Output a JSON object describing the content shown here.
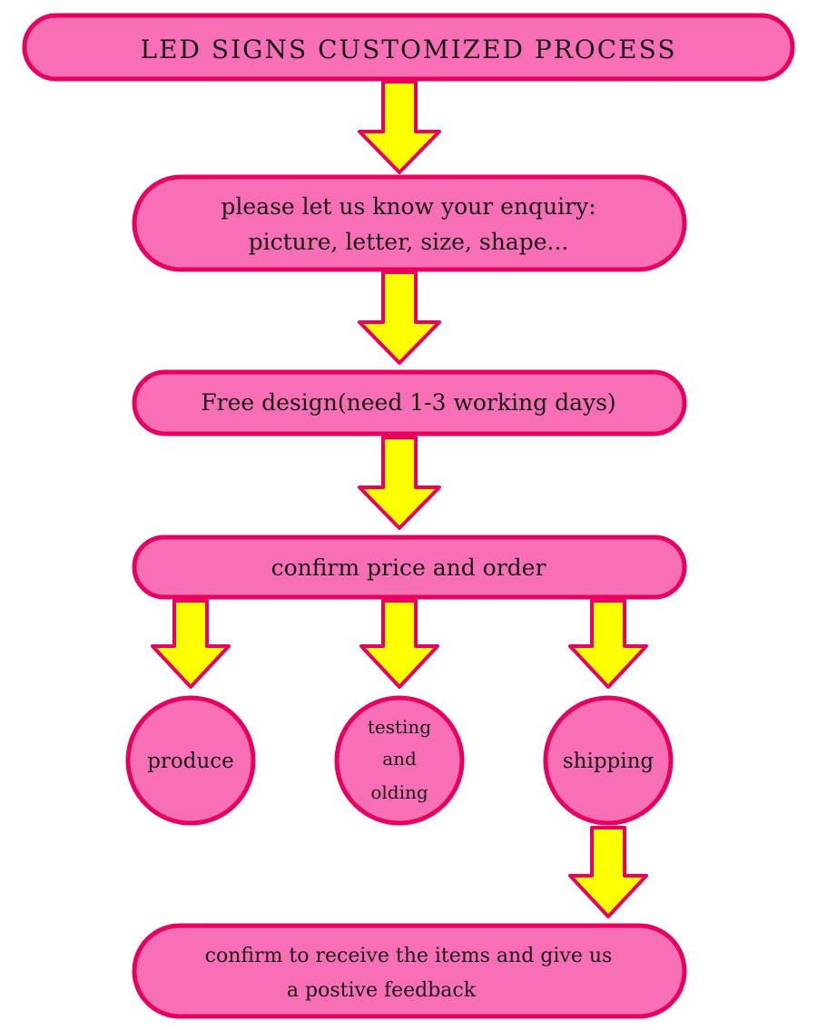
{
  "colors": {
    "node_fill": "#f76fb5",
    "node_stroke": "#e8005f",
    "arrow_fill": "#ffff00",
    "arrow_stroke": "#e8005f"
  },
  "title": "LED SIGNS CUSTOMIZED PROCESS",
  "steps": {
    "enquiry": {
      "line1": "please let us know your enquiry:",
      "line2": "picture, letter, size, shape..."
    },
    "design": "Free design(need 1-3 working days)",
    "confirm_order": "confirm price and order",
    "produce": "produce",
    "testing": {
      "line1": "testing",
      "line2": "and",
      "line3": "olding"
    },
    "shipping": "shipping",
    "feedback": {
      "line1": "confirm to receive the items and give us",
      "line2": "a postive feedback"
    }
  }
}
